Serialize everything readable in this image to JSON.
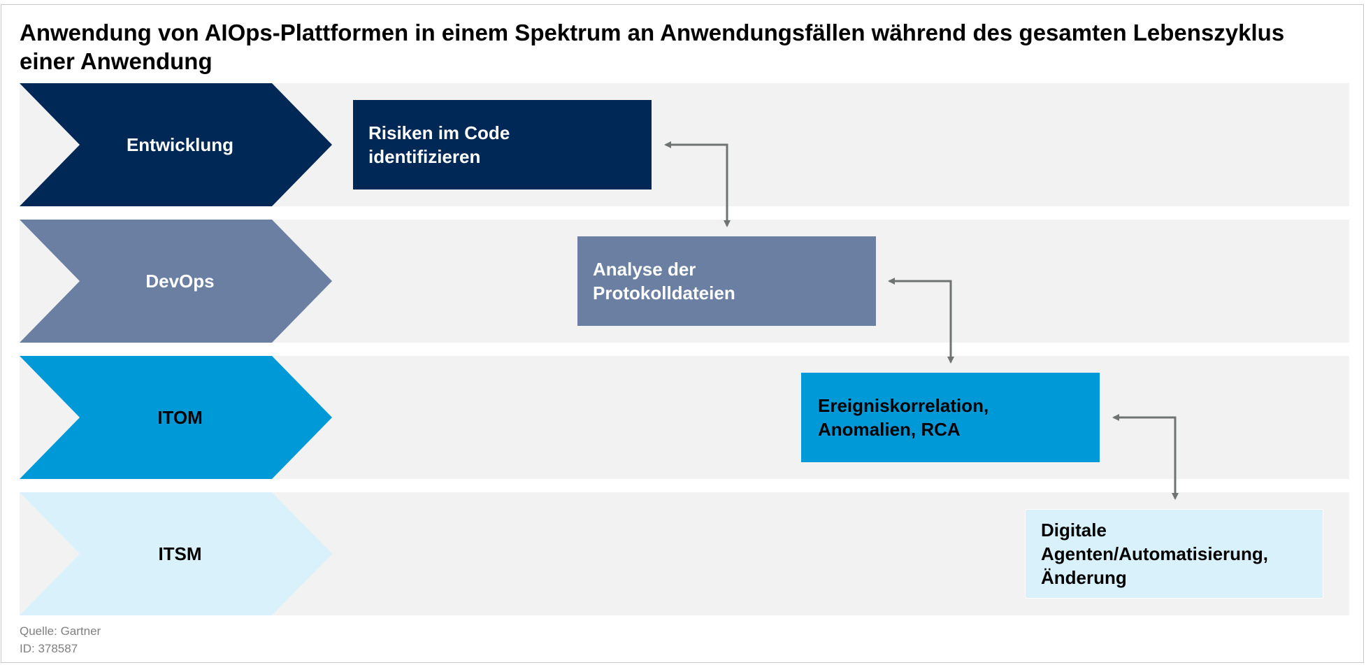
{
  "title": "Anwendung von AIOps-Plattformen in einem Spektrum an Anwendungsfällen während des gesamten Lebenszyklus einer Anwendung",
  "colors": {
    "lane_background": "#f2f2f2",
    "connector": "#6f7472",
    "footer_text": "#7f7f7f"
  },
  "lanes": [
    {
      "label": "Entwicklung",
      "fill": "#002856",
      "text_color": "#ffffff"
    },
    {
      "label": "DevOps",
      "fill": "#6b7fa3",
      "text_color": "#ffffff"
    },
    {
      "label": "ITOM",
      "fill": "#0099d8",
      "text_color": "#000000"
    },
    {
      "label": "ITSM",
      "fill": "#d9f1fb",
      "text_color": "#000000"
    }
  ],
  "boxes": [
    {
      "text": "Risiken im Code\nidentifizieren",
      "fill": "#002856",
      "text_color": "#ffffff"
    },
    {
      "text": "Analyse der\nProtokolldateien",
      "fill": "#6b7fa3",
      "text_color": "#ffffff"
    },
    {
      "text": "Ereigniskorrelation,\nAnomalien, RCA",
      "fill": "#0099d8",
      "text_color": "#000000"
    },
    {
      "text": "Digitale\nAgenten/Automatisierung,\nÄnderung",
      "fill": "#d9f1fb",
      "text_color": "#000000"
    }
  ],
  "footer": {
    "source": "Quelle: Gartner",
    "id": "ID: 378587"
  }
}
